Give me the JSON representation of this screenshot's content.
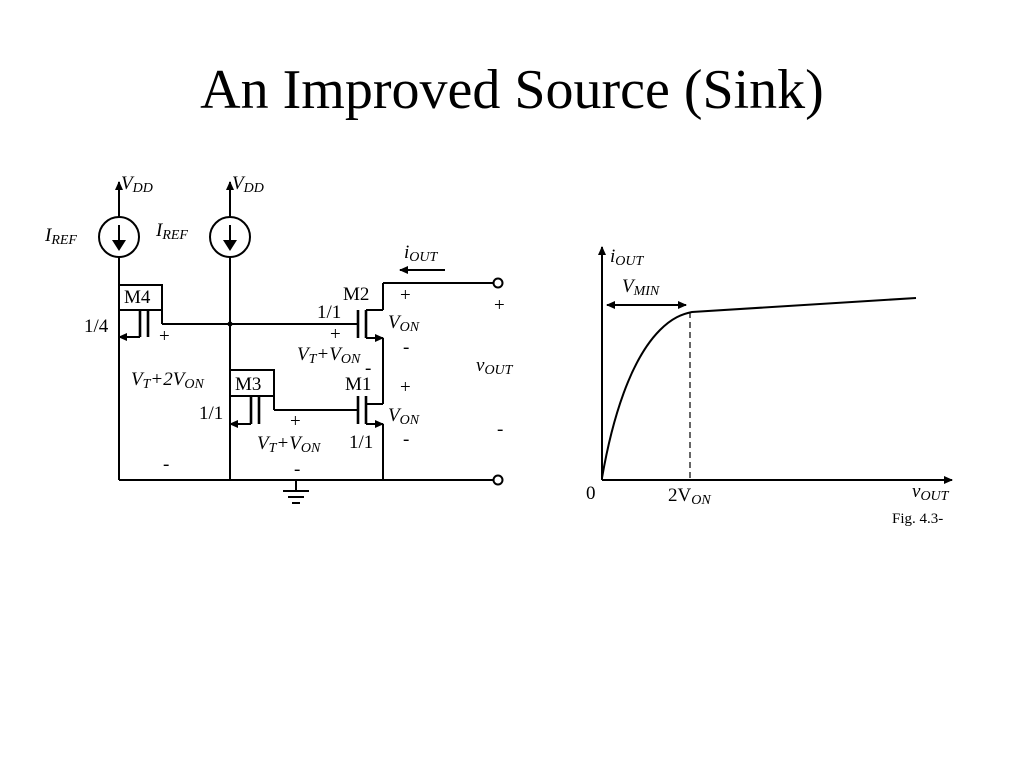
{
  "title": "An Improved Source (Sink)",
  "circuit": {
    "vdd": [
      "V",
      "DD"
    ],
    "iref": [
      "I",
      "REF"
    ],
    "iout": [
      "i",
      "OUT"
    ],
    "vout": [
      "v",
      "OUT"
    ],
    "von": [
      "V",
      "ON"
    ],
    "vt_2von": [
      "V",
      "T",
      "+2V",
      "ON"
    ],
    "vt_von": [
      "V",
      "T",
      "+V",
      "ON"
    ],
    "transistors": {
      "m1": {
        "name": "M1",
        "ratio": "1/1"
      },
      "m2": {
        "name": "M2",
        "ratio": "1/1"
      },
      "m3": {
        "name": "M3",
        "ratio": "1/1"
      },
      "m4": {
        "name": "M4",
        "ratio": "1/4"
      }
    },
    "plus": "+",
    "minus": "-"
  },
  "graph": {
    "y_label": [
      "i",
      "OUT"
    ],
    "x_label": [
      "v",
      "OUT"
    ],
    "vmin": [
      "V",
      "MIN"
    ],
    "origin": "0",
    "tick_2von": [
      "2V",
      "ON"
    ],
    "caption": "Fig. 4.3-"
  }
}
